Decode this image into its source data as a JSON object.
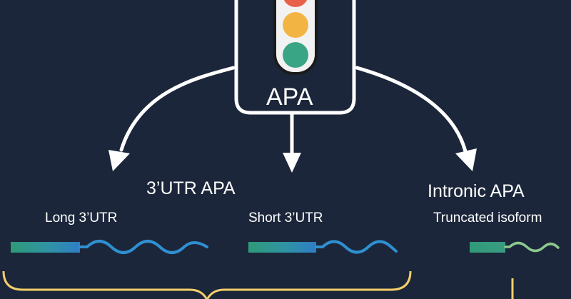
{
  "center": {
    "label": "APA",
    "lights": [
      "#e8604a",
      "#f2b544",
      "#3aa584"
    ]
  },
  "categories": {
    "utr": "3’UTR APA",
    "intronic": "Intronic APA"
  },
  "isoforms": {
    "long": "Long 3’UTR",
    "short": "Short 3’UTR",
    "truncated": "Truncated isoform"
  },
  "colors": {
    "background": "#1b263a",
    "stroke": "#ffffff",
    "bracket": "#f5cf6a",
    "cds_start": "#2f9a78",
    "cds_end": "#2f7dc4",
    "utr_wave": "#2f8fd0",
    "intronic_wave": "#8cc98d"
  }
}
